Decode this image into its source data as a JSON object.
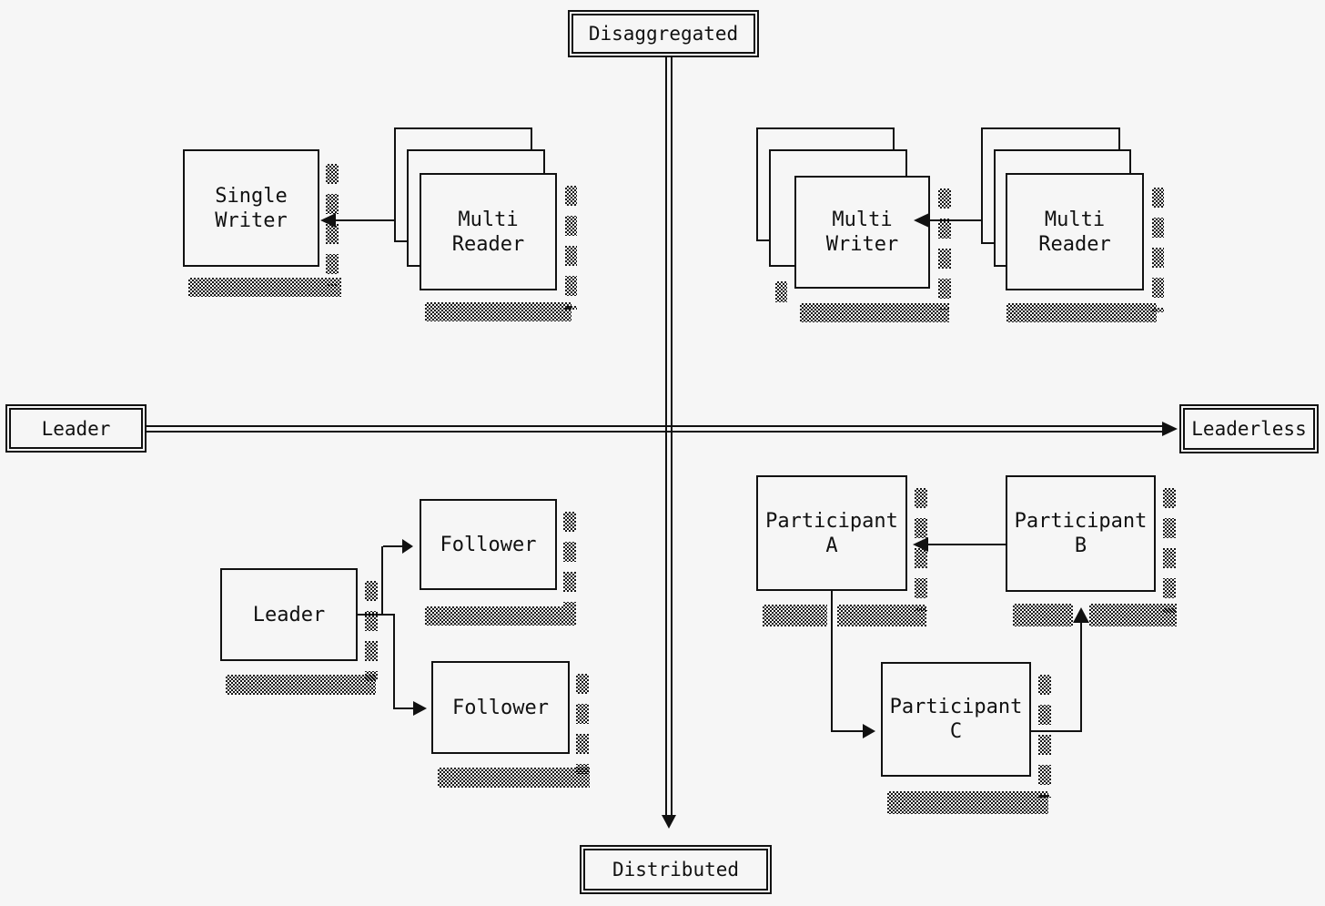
{
  "axes": {
    "vertical_top": "Disaggregated",
    "vertical_bottom": "Distributed",
    "horizontal_left": "Leader",
    "horizontal_right": "Leaderless"
  },
  "nodes": {
    "single_writer": "Single Writer",
    "multi_reader_tl": "Multi Reader",
    "multi_writer": "Multi Writer",
    "multi_reader_tr": "Multi Reader",
    "leader": "Leader",
    "follower_top": "Follower",
    "follower_bottom": "Follower",
    "participant_a": "Participant A",
    "participant_b": "Participant B",
    "participant_c": "Participant C"
  },
  "edges": [
    {
      "from": "multi_reader_tl",
      "to": "single_writer"
    },
    {
      "from": "multi_reader_tr",
      "to": "multi_writer"
    },
    {
      "from": "leader",
      "to": "follower_top"
    },
    {
      "from": "leader",
      "to": "follower_bottom"
    },
    {
      "from": "participant_b",
      "to": "participant_a"
    },
    {
      "from": "participant_a",
      "to": "participant_c"
    },
    {
      "from": "participant_c",
      "to": "participant_b"
    }
  ],
  "colors": {
    "background": "#f6f6f6",
    "stroke": "#111111"
  }
}
